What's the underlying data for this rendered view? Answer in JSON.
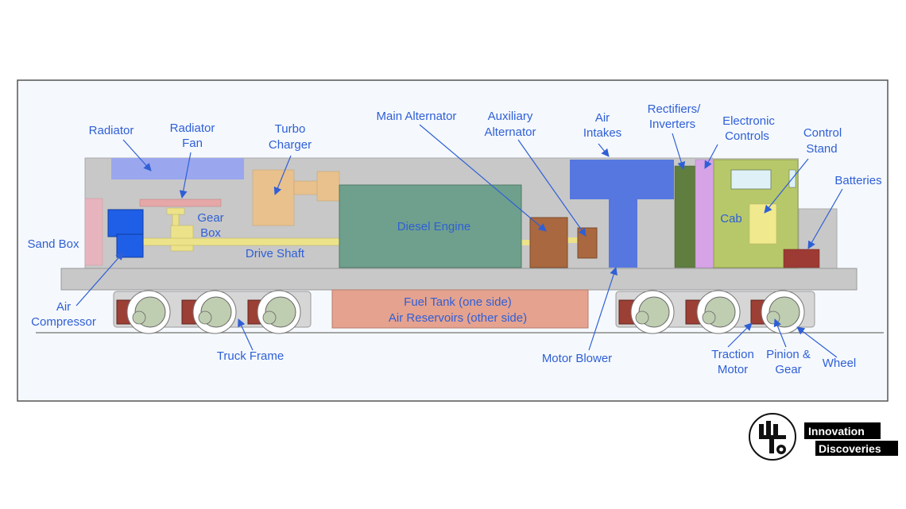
{
  "labels": {
    "radiator": "Radiator",
    "radiator_fan_1": "Radiator",
    "radiator_fan_2": "Fan",
    "turbo_1": "Turbo",
    "turbo_2": "Charger",
    "main_alternator": "Main Alternator",
    "aux_alt_1": "Auxiliary",
    "aux_alt_2": "Alternator",
    "air_intakes_1": "Air",
    "air_intakes_2": "Intakes",
    "rectifiers_1": "Rectifiers/",
    "rectifiers_2": "Inverters",
    "electronic_1": "Electronic",
    "electronic_2": "Controls",
    "control_stand_1": "Control",
    "control_stand_2": "Stand",
    "batteries": "Batteries",
    "sand_box": "Sand Box",
    "gear_box_1": "Gear",
    "gear_box_2": "Box",
    "drive_shaft": "Drive Shaft",
    "diesel_engine": "Diesel Engine",
    "cab": "Cab",
    "air_compressor_1": "Air",
    "air_compressor_2": "Compressor",
    "fuel_tank_1": "Fuel Tank (one side)",
    "fuel_tank_2": "Air Reservoirs (other side)",
    "truck_frame": "Truck Frame",
    "motor_blower": "Motor Blower",
    "traction_motor_1": "Traction",
    "traction_motor_2": "Motor",
    "pinion_gear_1": "Pinion &",
    "pinion_gear_2": "Gear",
    "wheel": "Wheel"
  },
  "brand": {
    "line1": "Innovation",
    "line2": "Discoveries"
  },
  "colors": {
    "label": "#2f5fd6",
    "frame_border": "#555555",
    "panel_bg": "#f5f9fd",
    "body_gray": "#c8c8c8",
    "radiator": "#9aa7ef",
    "radiator_fan": "#e5a7a7",
    "turbo": "#e9c18d",
    "diesel_engine": "#6fa08d",
    "main_alternator": "#a9683f",
    "air_intakes": "#5577df",
    "rectifiers": "#5f7e3f",
    "electronic_controls": "#d7a3e7",
    "cab": "#b7c86a",
    "control_stand": "#f0e98e",
    "batteries": "#9c3a33",
    "sand_box": "#e7b3bd",
    "air_compressor": "#1f5fe8",
    "drive_shaft": "#ece28a",
    "fuel_tank": "#e5a28f",
    "traction_motor": "#9c3f35",
    "wheel": "#bfcdb1",
    "rail": "#8a8a8a"
  }
}
